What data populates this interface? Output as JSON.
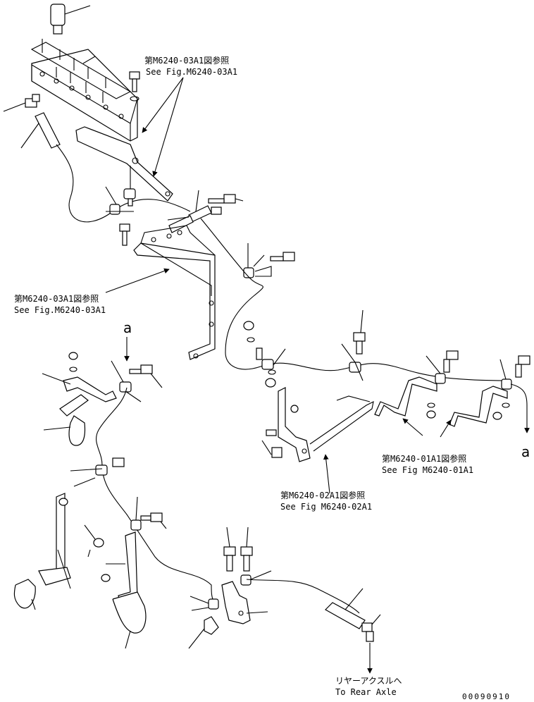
{
  "refs": {
    "r1_jp": "第M6240-03A1図参照",
    "r1_en": "See Fig.M6240-03A1",
    "r2_jp": "第M6240-03A1図参照",
    "r2_en": "See Fig.M6240-03A1",
    "r3_jp": "第M6240-01A1図参照",
    "r3_en": "See Fig M6240-01A1",
    "r4_jp": "第M6240-02A1図参照",
    "r4_en": "See Fig M6240-02A1",
    "rear_jp": "リヤーアクスルへ",
    "rear_en": "To Rear Axle"
  },
  "markers": {
    "a_top": "a",
    "a_right": "a"
  },
  "drawing_code": "00090910"
}
